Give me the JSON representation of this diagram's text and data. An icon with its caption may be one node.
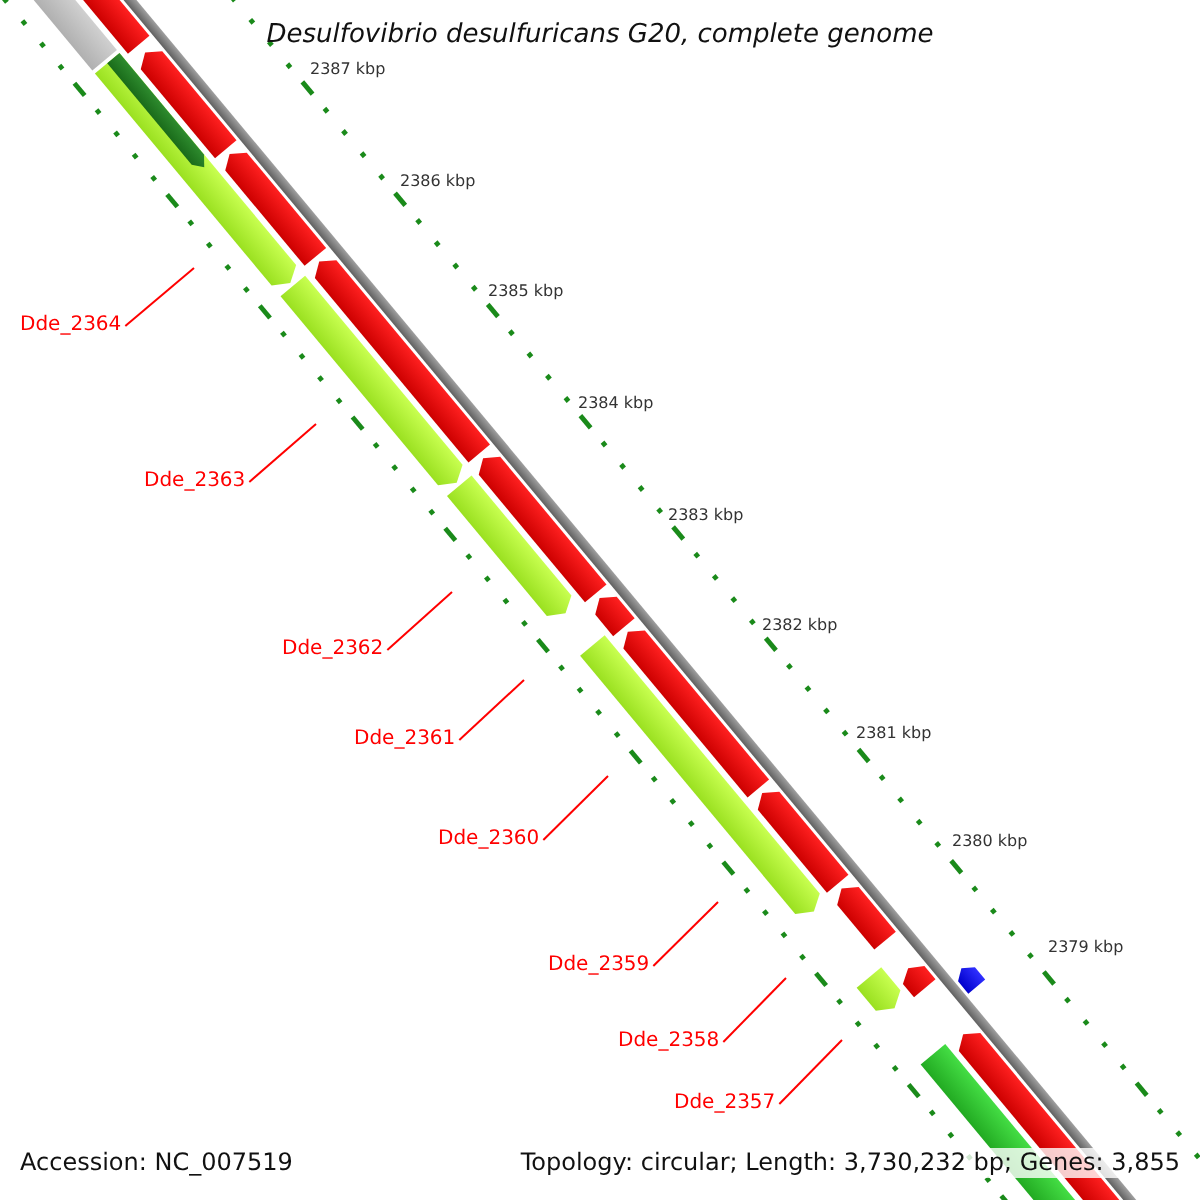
{
  "diagram": {
    "title": "Desulfovibrio desulfuricans G20, complete genome",
    "nodes": [
      {
        "text": [
          "Dde_2364"
        ]
      },
      {
        "text": [
          "Dde_2363"
        ]
      },
      {
        "text": [
          "Dde_2362"
        ]
      },
      {
        "text": [
          "Dde_2361"
        ]
      },
      {
        "text": [
          "Dde_2360"
        ]
      },
      {
        "text": [
          "Dde_2359"
        ]
      },
      {
        "text": [
          "Dde_2358"
        ]
      },
      {
        "text": [
          "Dde_2357"
        ]
      }
    ],
    "edges": [
      {
        "from": 0,
        "to": null,
        "arrow": "none",
        "color": "#ff0000"
      },
      {
        "from": 1,
        "to": null,
        "arrow": "none",
        "color": "#ff0000"
      },
      {
        "from": 2,
        "to": null,
        "arrow": "none",
        "color": "#ff0000"
      },
      {
        "from": 3,
        "to": null,
        "arrow": "none",
        "color": "#ff0000"
      },
      {
        "from": 4,
        "to": null,
        "arrow": "none",
        "color": "#ff0000"
      },
      {
        "from": 5,
        "to": null,
        "arrow": "none",
        "color": "#ff0000"
      },
      {
        "from": 6,
        "to": null,
        "arrow": "none",
        "color": "#ff0000"
      },
      {
        "from": 7,
        "to": null,
        "arrow": "none",
        "color": "#ff0000"
      }
    ],
    "labels": [
      "2387 kbp",
      "2386 kbp",
      "2385 kbp",
      "2384 kbp",
      "2383 kbp",
      "2382 kbp",
      "2381 kbp",
      "2380 kbp",
      "2379 kbp",
      "Accession: NC_007519",
      "Topology: circular; Length: 3,730,232 bp; Genes: 3,855"
    ]
  }
}
